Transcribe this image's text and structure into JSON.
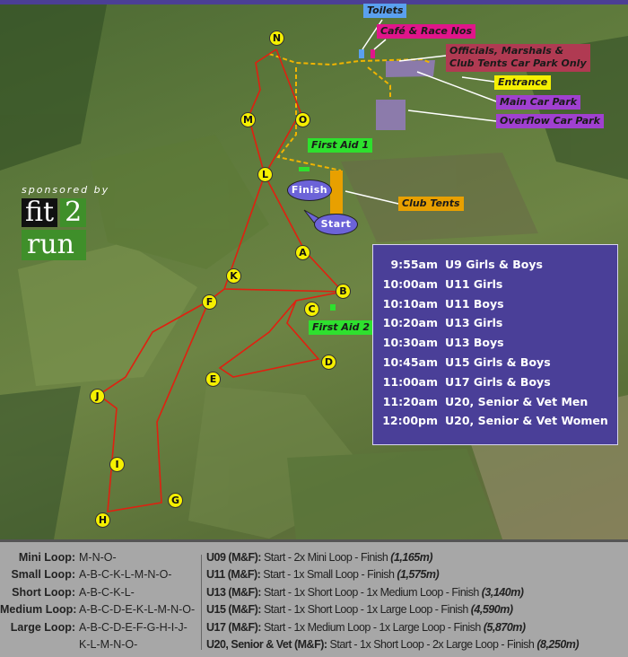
{
  "map_labels": {
    "toilets": "Toilets",
    "cafe": "Café & Race Nos",
    "officials": "Officials, Marshals &",
    "officials2": "Club Tents Car Park Only",
    "entrance": "Entrance",
    "main_car_park": "Main Car Park",
    "overflow_car_park": "Overflow Car Park",
    "first_aid_1": "First Aid 1",
    "first_aid_2": "First Aid 2",
    "club_tents": "Club Tents",
    "finish": "Finish",
    "start": "Start"
  },
  "markers": [
    "N",
    "M",
    "O",
    "L",
    "A",
    "B",
    "C",
    "K",
    "F",
    "D",
    "E",
    "J",
    "I",
    "G",
    "H"
  ],
  "sponsor": {
    "label": "sponsored by",
    "logo_line1a": "fit",
    "logo_line1b": "2",
    "logo_line2": "run"
  },
  "schedule": [
    {
      "time": "9:55am",
      "race": "U9 Girls & Boys"
    },
    {
      "time": "10:00am",
      "race": "U11 Girls"
    },
    {
      "time": "10:10am",
      "race": "U11 Boys"
    },
    {
      "time": "10:20am",
      "race": "U13 Girls"
    },
    {
      "time": "10:30am",
      "race": "U13 Boys"
    },
    {
      "time": "10:45am",
      "race": "U15 Girls & Boys"
    },
    {
      "time": "11:00am",
      "race": "U17 Girls & Boys"
    },
    {
      "time": "11:20am",
      "race": "U20, Senior & Vet Men"
    },
    {
      "time": "12:00pm",
      "race": "U20, Senior & Vet Women"
    }
  ],
  "loops": [
    {
      "name": "Mini Loop:",
      "route": "M-N-O-"
    },
    {
      "name": "Small Loop:",
      "route": "A-B-C-K-L-M-N-O-"
    },
    {
      "name": "Short Loop:",
      "route": "A-B-C-K-L-"
    },
    {
      "name": "Medium Loop:",
      "route": "A-B-C-D-E-K-L-M-N-O-"
    },
    {
      "name": "Large Loop:",
      "route": "A-B-C-D-E-F-G-H-I-J-"
    },
    {
      "name": "",
      "route": "K-L-M-N-O-"
    }
  ],
  "races": [
    {
      "cat": "U09 (M&F):",
      "desc": "Start - 2x Mini Loop - Finish",
      "dist": "(1,165m)"
    },
    {
      "cat": "U11 (M&F):",
      "desc": "Start - 1x Small Loop - Finish",
      "dist": "(1,575m)"
    },
    {
      "cat": "U13 (M&F):",
      "desc": "Start - 1x Short Loop - 1x Medium Loop - Finish",
      "dist": "(3,140m)"
    },
    {
      "cat": "U15 (M&F):",
      "desc": "Start - 1x Short Loop - 1x Large Loop - Finish",
      "dist": "(4,590m)"
    },
    {
      "cat": "U17 (M&F):",
      "desc": "Start - 1x Medium Loop - 1x Large Loop - Finish",
      "dist": "(5,870m)"
    },
    {
      "cat": "U20, Senior & Vet (M&F):",
      "desc": "Start - 1x Short Loop - 2x Large Loop - Finish",
      "dist": "(8,250m)"
    }
  ]
}
